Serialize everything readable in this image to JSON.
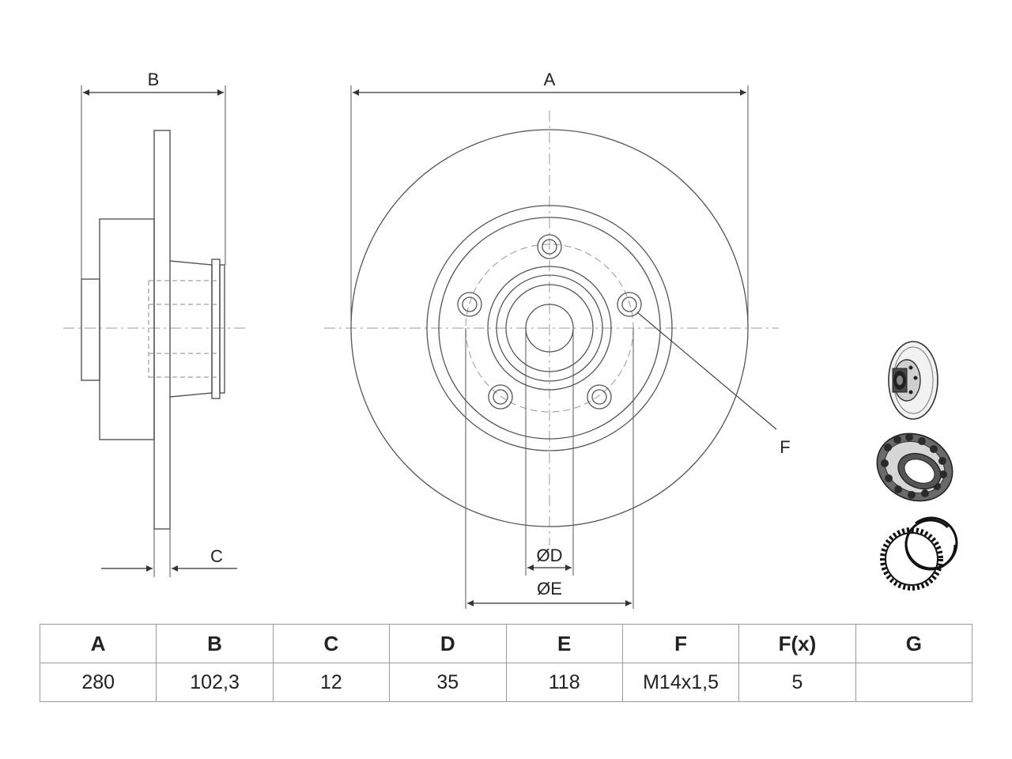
{
  "labels": {
    "A": "A",
    "B": "B",
    "C": "C",
    "D": "ØD",
    "E": "ØE",
    "F": "F"
  },
  "icons": {
    "disc": "brake-disc-icon",
    "bearing": "wheel-bearing-icon",
    "ring": "abs-ring-icon"
  },
  "table": {
    "headers": [
      "A",
      "B",
      "C",
      "D",
      "E",
      "F",
      "F(x)",
      "G"
    ],
    "values": [
      "280",
      "102,3",
      "12",
      "35",
      "118",
      "M14x1,5",
      "5",
      ""
    ]
  }
}
